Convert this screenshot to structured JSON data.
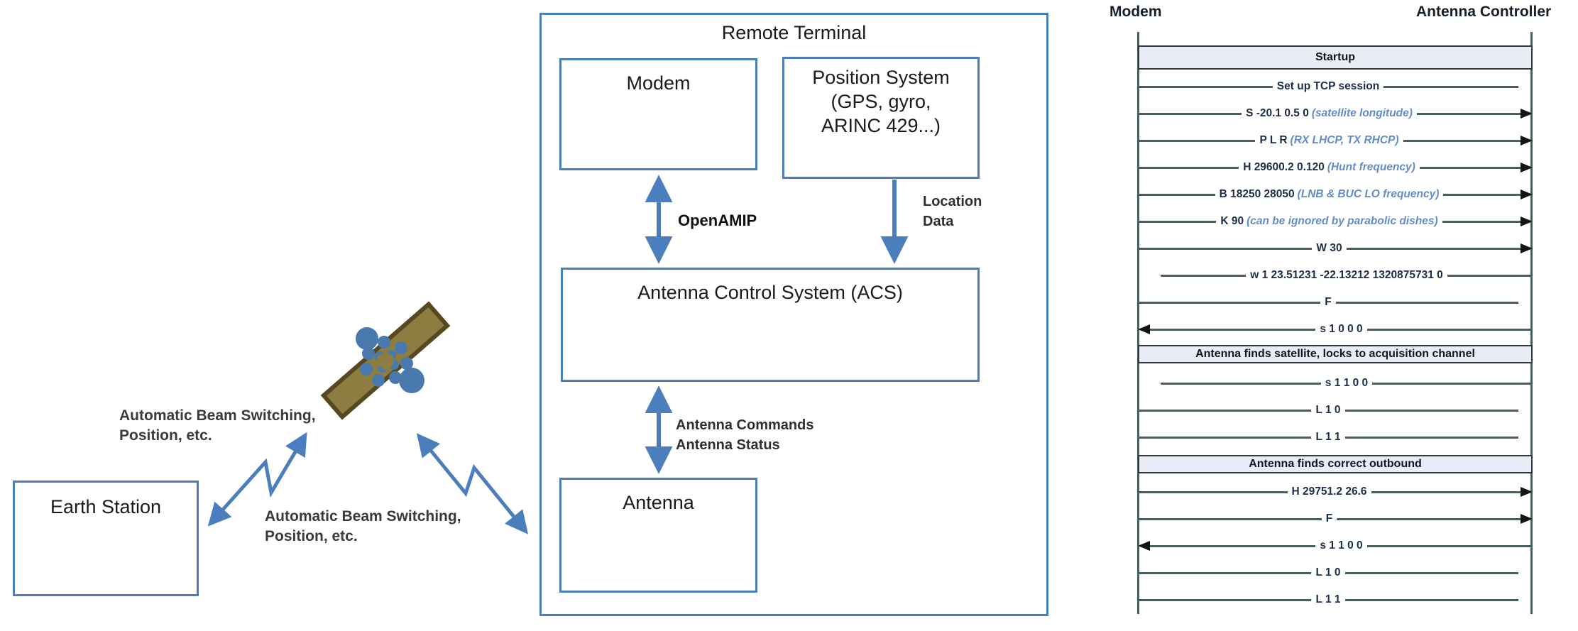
{
  "diagram": {
    "earth_station_label": "Earth Station",
    "beam_label_upper": {
      "line1": "Automatic Beam Switching,",
      "line2": "Position, etc."
    },
    "beam_label_lower": {
      "line1": "Automatic Beam Switching,",
      "line2": "Position, etc."
    },
    "remote_terminal": {
      "title": "Remote Terminal",
      "modem_label": "Modem",
      "position_system": {
        "line1": "Position System",
        "line2": "(GPS, gyro,",
        "line3": "ARINC 429...)"
      },
      "acs_label": "Antenna Control System (ACS)",
      "antenna_label": "Antenna",
      "openamip_label": "OpenAMIP",
      "location_label": {
        "line1": "Location",
        "line2": "Data"
      },
      "acs_antenna_label": {
        "line1": "Antenna Commands",
        "line2": "Antenna Status"
      }
    },
    "colors": {
      "box_border_blue": "#4a7ebc",
      "satellite_body": "#8d7d40",
      "satellite_trim": "#57491f",
      "satellite_modules": "#4a79ae",
      "sequence_line": "#47605f",
      "band_fill": "#e9ecf6",
      "annotation_blue": "#638cc7"
    }
  },
  "sequence": {
    "left_actor": "Modem",
    "right_actor": "Antenna Controller",
    "bands": [
      "Startup",
      "Antenna finds satellite, locks to acquisition channel",
      "Antenna finds correct outbound"
    ],
    "messages": [
      {
        "text": "Set up TCP session",
        "note": ""
      },
      {
        "text": "S -20.1 0.5 0",
        "note": "(satellite longitude)"
      },
      {
        "text": "P L R",
        "note": "(RX LHCP, TX RHCP)"
      },
      {
        "text": "H 29600.2 0.120",
        "note": "(Hunt frequency)"
      },
      {
        "text": "B 18250 28050",
        "note": "(LNB & BUC LO frequency)"
      },
      {
        "text": "K 90",
        "note": "(can be ignored by parabolic dishes)"
      },
      {
        "text": "W 30",
        "note": ""
      },
      {
        "text": "w 1 23.51231 -22.13212 1320875731 0",
        "note": ""
      },
      {
        "text": "F",
        "note": ""
      },
      {
        "text": "s 1 0 0 0",
        "note": ""
      },
      {
        "text": "s 1 1 0 0",
        "note": ""
      },
      {
        "text": "L 1 0",
        "note": ""
      },
      {
        "text": "L 1 1",
        "note": ""
      },
      {
        "text": "H 29751.2 26.6",
        "note": ""
      },
      {
        "text": "F",
        "note": ""
      },
      {
        "text": "s 1 1 0 0",
        "note": ""
      },
      {
        "text": "L 1 0",
        "note": ""
      },
      {
        "text": "L 1 1",
        "note": ""
      }
    ]
  }
}
